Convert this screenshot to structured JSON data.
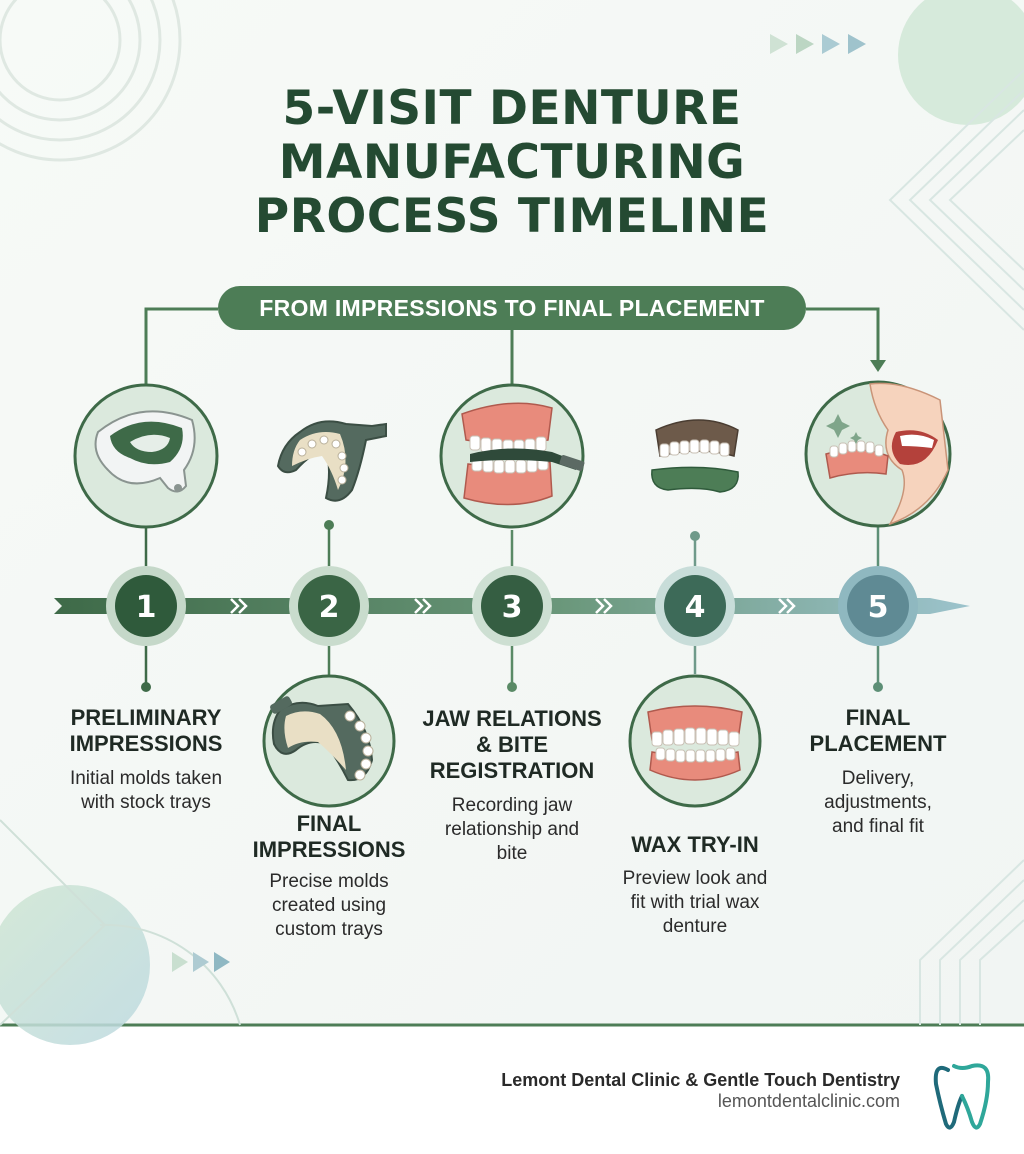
{
  "title_lines": [
    "5-VISIT DENTURE",
    "MANUFACTURING",
    "PROCESS TIMELINE"
  ],
  "subtitle": "FROM IMPRESSIONS TO FINAL PLACEMENT",
  "steps": [
    {
      "number": "1",
      "title_lines": [
        "PRELIMINARY",
        "IMPRESSIONS"
      ],
      "desc_lines": [
        "Initial molds taken",
        "with stock trays"
      ],
      "icon": "impression-tray-icon"
    },
    {
      "number": "2",
      "title_lines": [
        "FINAL",
        "IMPRESSIONS"
      ],
      "desc_lines": [
        "Precise molds",
        "created using",
        "custom trays"
      ],
      "icon": "custom-tray-icon"
    },
    {
      "number": "3",
      "title_lines": [
        "JAW RELATIONS",
        "& BITE",
        "REGISTRATION"
      ],
      "desc_lines": [
        "Recording jaw",
        "relationship and",
        "bite"
      ],
      "icon": "bite-registration-icon"
    },
    {
      "number": "4",
      "title_lines": [
        "WAX TRY-IN"
      ],
      "desc_lines": [
        "Preview look and",
        "fit with trial wax",
        "denture"
      ],
      "icon": "wax-denture-icon"
    },
    {
      "number": "5",
      "title_lines": [
        "FINAL",
        "PLACEMENT"
      ],
      "desc_lines": [
        "Delivery,",
        "adjustments,",
        "and final fit"
      ],
      "icon": "smile-denture-icon"
    }
  ],
  "footer": {
    "clinic": "Lemont Dental Clinic & Gentle Touch Dentistry",
    "url": "lemontdentalclinic.com",
    "logo": "tooth-logo-icon"
  },
  "colors": {
    "dark_green": "#244a32",
    "mid_green": "#4d7d56",
    "sage": "#7fa58a",
    "teal": "#8ebcc4",
    "gum_pink": "#e88b7c"
  }
}
